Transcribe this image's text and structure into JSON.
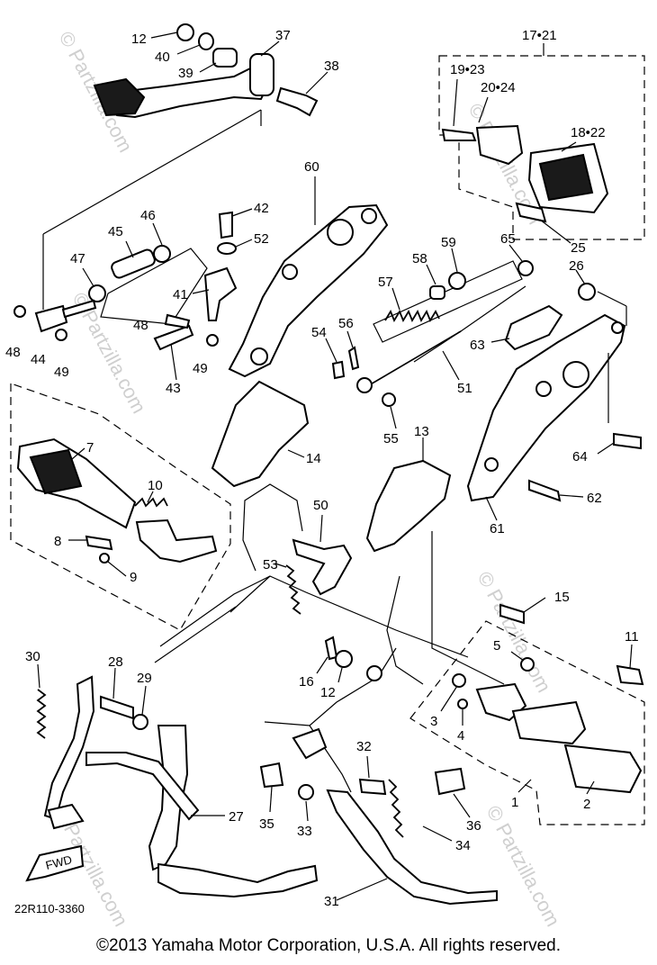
{
  "diagram": {
    "drawing_code": "22R110-3360",
    "watermark": "© Partzilla.com",
    "copyright": "©2013  Yamaha Motor Corporation, U.S.A. All rights reserved.",
    "direction_badge": "FWD",
    "part_labels": {
      "p1": "1",
      "p2": "2",
      "p3": "3",
      "p4": "4",
      "p5": "5",
      "p7": "7",
      "p8": "8",
      "p9": "9",
      "p10": "10",
      "p11": "11",
      "p12a": "12",
      "p12b": "12",
      "p13": "13",
      "p14": "14",
      "p15": "15",
      "p16": "16",
      "p17_21": "17•21",
      "p18_22": "18•22",
      "p19_23": "19•23",
      "p20_24": "20•24",
      "p25": "25",
      "p26": "26",
      "p27": "27",
      "p28": "28",
      "p29": "29",
      "p30": "30",
      "p31": "31",
      "p32": "32",
      "p33": "33",
      "p34": "34",
      "p35": "35",
      "p36": "36",
      "p37": "37",
      "p38": "38",
      "p39": "39",
      "p40": "40",
      "p41": "41",
      "p42": "42",
      "p43": "43",
      "p44": "44",
      "p45": "45",
      "p46": "46",
      "p47": "47",
      "p48a": "48",
      "p48b": "48",
      "p49a": "49",
      "p49b": "49",
      "p50": "50",
      "p51": "51",
      "p52": "52",
      "p53": "53",
      "p54": "54",
      "p55": "55",
      "p56": "56",
      "p57": "57",
      "p58": "58",
      "p59": "59",
      "p60": "60",
      "p61": "61",
      "p62": "62",
      "p63": "63",
      "p64": "64",
      "p65": "65"
    }
  }
}
